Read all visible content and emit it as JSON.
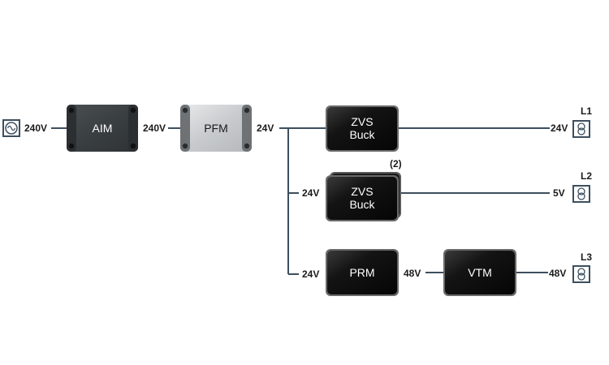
{
  "diagram": {
    "source": {
      "icon": "ac-source-icon",
      "voltage": "240V"
    },
    "modules": {
      "aim": {
        "label": "AIM",
        "output_voltage": "240V"
      },
      "pfm": {
        "label": "PFM",
        "output_voltage": "24V"
      },
      "zvs1": {
        "line1": "ZVS",
        "line2": "Buck"
      },
      "zvs2": {
        "line1": "ZVS",
        "line2": "Buck",
        "count": "(2)",
        "input_voltage": "24V"
      },
      "prm": {
        "label": "PRM",
        "input_voltage": "24V",
        "output_voltage": "48V"
      },
      "vtm": {
        "label": "VTM"
      }
    },
    "loads": [
      {
        "name": "L1",
        "voltage": "24V",
        "icon": "current-source-icon"
      },
      {
        "name": "L2",
        "voltage": "5V",
        "icon": "current-source-icon"
      },
      {
        "name": "L3",
        "voltage": "48V",
        "icon": "current-source-icon"
      }
    ],
    "colors": {
      "wire": "#3d4f5e",
      "aim_body": "#3a3f42",
      "pfm_body": "#cfd2d4",
      "dark_module": "#0d0d0d",
      "icon_border": "#3d4f5e"
    }
  }
}
